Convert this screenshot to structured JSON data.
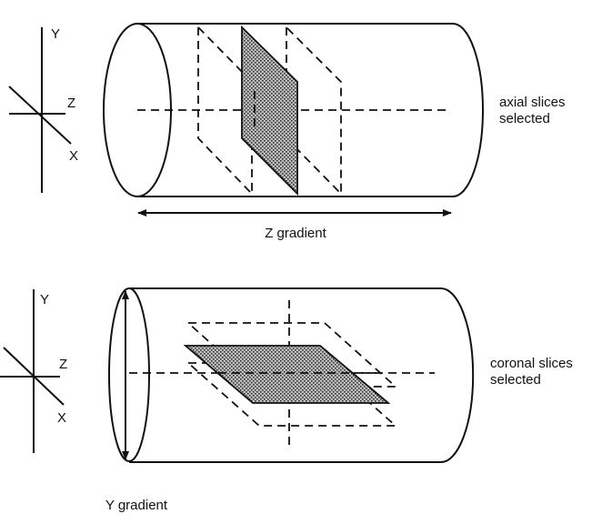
{
  "panels": [
    {
      "axis_labels": {
        "y": "Y",
        "z": "Z",
        "x": "X"
      },
      "side_label_lines": [
        "axial slices",
        "selected"
      ],
      "gradient_label": "Z gradient"
    },
    {
      "axis_labels": {
        "y": "Y",
        "z": "Z",
        "x": "X"
      },
      "side_label_lines": [
        "coronal slices",
        "selected"
      ],
      "gradient_label": "Y gradient"
    }
  ],
  "colors": {
    "ink": "#111111",
    "slice_fill": "#8a8a8a",
    "background": "#ffffff"
  }
}
